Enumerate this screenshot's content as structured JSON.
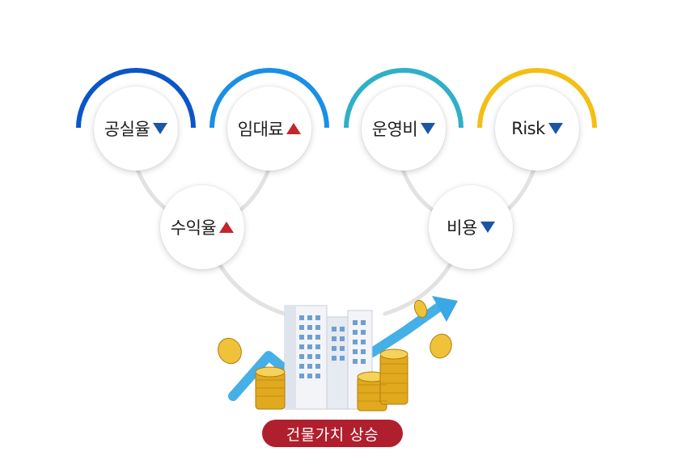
{
  "nodes": {
    "vacancy": {
      "label": "공실율",
      "trend": "down"
    },
    "rent": {
      "label": "임대료",
      "trend": "up"
    },
    "opex": {
      "label": "운영비",
      "trend": "down"
    },
    "risk": {
      "label": "Risk",
      "trend": "down"
    },
    "revenue": {
      "label": "수익율",
      "trend": "up"
    },
    "cost": {
      "label": "비용",
      "trend": "down"
    }
  },
  "result": {
    "label": "건물가치 상승"
  },
  "colors": {
    "arc_vacancy": "#0a56c8",
    "arc_rent": "#1a8fe6",
    "arc_opex": "#2fb0c6",
    "arc_risk": "#f4bf14",
    "trend_up": "#c1272d",
    "trend_down": "#1b56a6",
    "badge": "#b01f2e",
    "connector": "#e2e2e2"
  },
  "icons": [
    "building-icon",
    "coin-stack-icon",
    "rising-arrow-icon",
    "coin-icon"
  ]
}
